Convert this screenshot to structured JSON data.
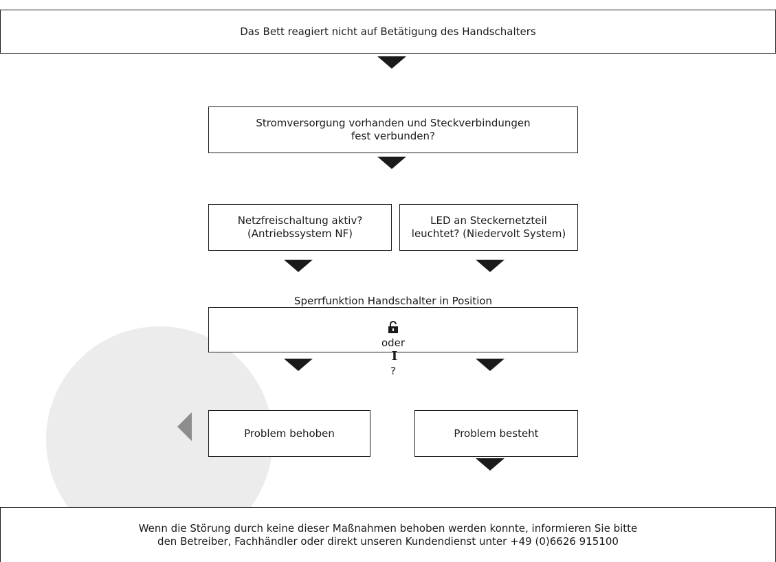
{
  "boxes": {
    "top": "Das Bett reagiert nicht auf Betätigung des Handschalters",
    "power": "Stromversorgung vorhanden und Steckverbindungen\nfest verbunden?",
    "netz": "Netzfreischaltung aktiv?\n(Antriebssystem NF)",
    "led": "LED an Steckernetzteil\nleuchtet? (Niedervolt System)",
    "sperr_prefix": "Sperrfunktion Handschalter in Position",
    "sperr_or": "oder",
    "sperr_cursor_glyph": "I",
    "sperr_suffix": "?",
    "behoben": "Problem behoben",
    "besteht": "Problem besteht",
    "footer": "Wenn die Störung durch keine dieser Maßnahmen behoben werden konnte, informieren Sie bitte\nden Betreiber, Fachhändler oder direkt unseren Kundendienst unter +49 (0)6626 915100"
  },
  "icons": {
    "lock": "open-lock-icon",
    "cursor": "text-cursor-icon"
  },
  "colors": {
    "stroke": "#1a1a1a",
    "background_shape": "#ececec",
    "back_arrow": "#8d8d8d"
  }
}
